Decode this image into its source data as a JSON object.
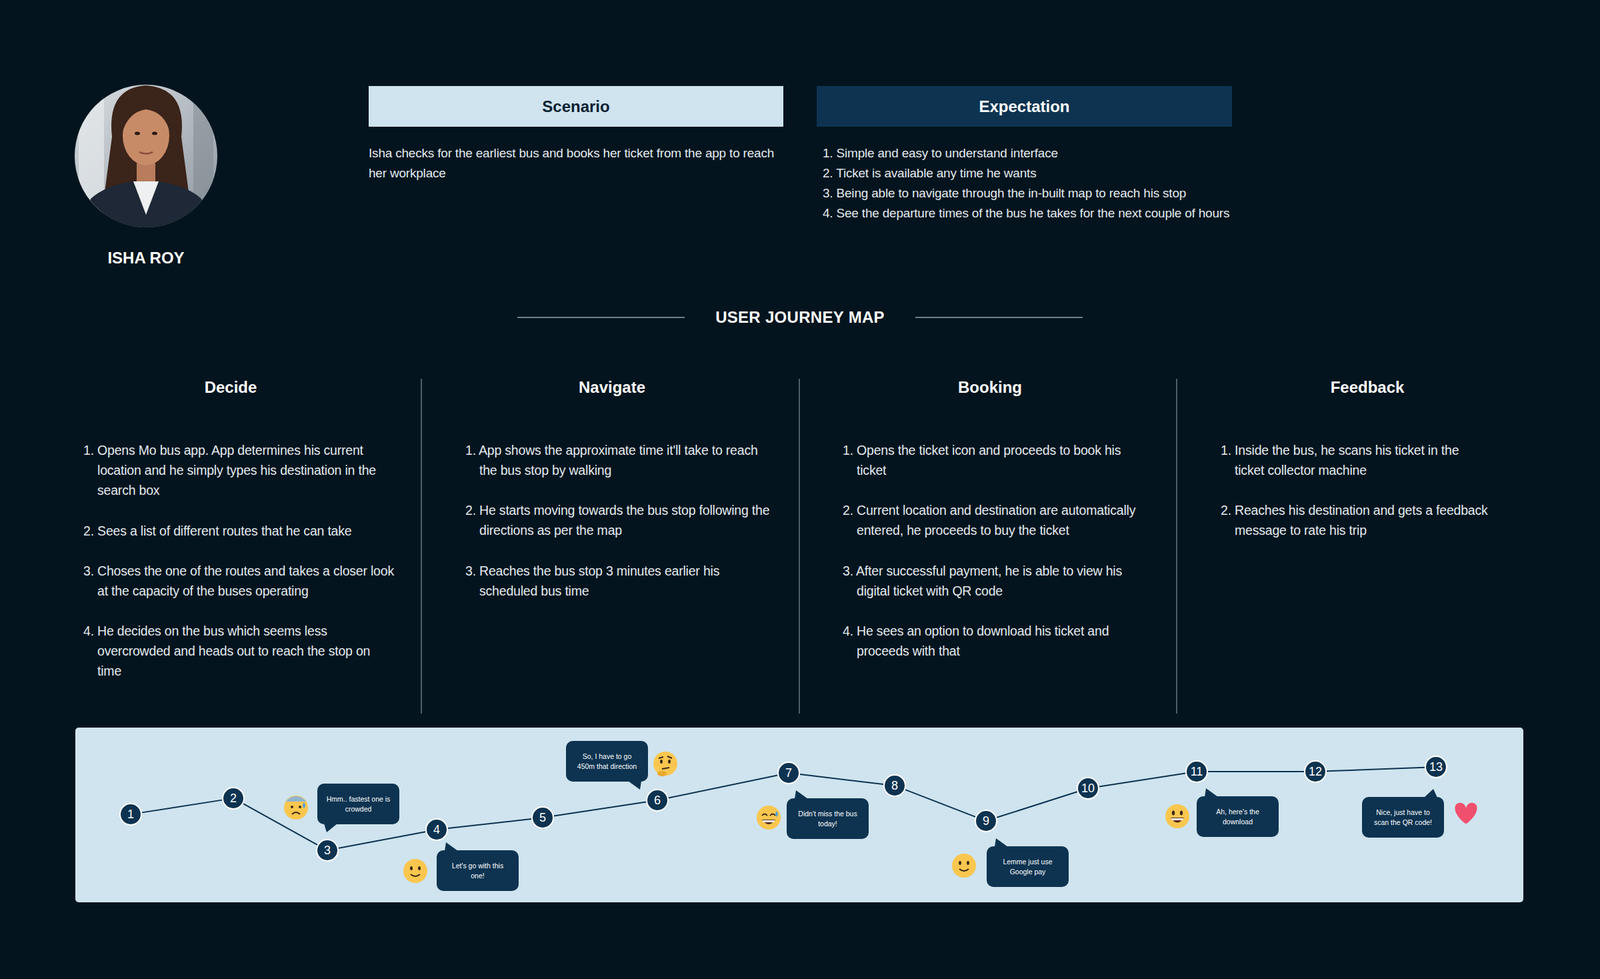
{
  "diagram": {
    "title": "USER JOURNEY MAP",
    "nodes": [
      {
        "text": [
          "Scenario",
          "Isha checks for the earliest bus and books her ticket from the app to reach her workplace"
        ]
      },
      {
        "text": [
          "Expectation",
          "1. Simple and easy to understand interface",
          "2. Ticket is available any time he wants",
          "3. Being able to navigate through the in-built map to reach his stop",
          "4. See the departure times of the bus he takes for the next couple of hours"
        ]
      },
      {
        "text": [
          "1"
        ]
      },
      {
        "text": [
          "2"
        ]
      },
      {
        "text": [
          "3"
        ]
      },
      {
        "text": [
          "4"
        ]
      },
      {
        "text": [
          "5"
        ]
      },
      {
        "text": [
          "6"
        ]
      },
      {
        "text": [
          "7"
        ]
      },
      {
        "text": [
          "8"
        ]
      },
      {
        "text": [
          "9"
        ]
      },
      {
        "text": [
          "10"
        ]
      },
      {
        "text": [
          "11"
        ]
      },
      {
        "text": [
          "12"
        ]
      },
      {
        "text": [
          "13"
        ]
      },
      {
        "text": [
          "Hmm.. fastest one is crowded"
        ]
      },
      {
        "text": [
          "Let's go with this one!"
        ]
      },
      {
        "text": [
          "So, I have to go 450m that direction"
        ]
      },
      {
        "text": [
          "Didn't miss the bus today!"
        ]
      },
      {
        "text": [
          "Lemme just use Google pay"
        ]
      },
      {
        "text": [
          "Ah, here's the download"
        ]
      },
      {
        "text": [
          "Nice, just have to scan the QR code!"
        ]
      }
    ],
    "edges": [
      {
        "from": 2,
        "to": 3,
        "arrow": "none"
      },
      {
        "from": 3,
        "to": 4,
        "arrow": "none"
      },
      {
        "from": 4,
        "to": 5,
        "arrow": "none"
      },
      {
        "from": 5,
        "to": 6,
        "arrow": "none"
      },
      {
        "from": 6,
        "to": 7,
        "arrow": "none"
      },
      {
        "from": 7,
        "to": 8,
        "arrow": "none"
      },
      {
        "from": 8,
        "to": 9,
        "arrow": "none"
      },
      {
        "from": 9,
        "to": 10,
        "arrow": "none"
      },
      {
        "from": 10,
        "to": 11,
        "arrow": "none"
      },
      {
        "from": 11,
        "to": 12,
        "arrow": "none"
      },
      {
        "from": 12,
        "to": 13,
        "arrow": "none"
      },
      {
        "from": 13,
        "to": 14,
        "arrow": "none"
      }
    ],
    "labels": [
      "ISHA ROY",
      "Decide",
      "1. Opens Mo bus app. App determines his current location and he simply types his destination in the search box",
      "2. Sees a list of different routes that he can take",
      "3. Choses the one of the routes and takes a closer look at the capacity of the buses operating",
      "4. He decides on the bus which seems less overcrowded and heads out to reach the stop on time",
      "Navigate",
      "1. App shows the approximate time it'll take to reach the bus stop by walking",
      "2. He starts moving towards the bus stop following the directions as per the map",
      "3. Reaches the bus stop 3 minutes earlier his scheduled bus time",
      "Booking",
      "1. Opens the ticket icon and proceeds to book his ticket",
      "2. Current location and destination are automatically entered, he proceeds to buy the ticket",
      "3. After successful payment, he is able to view his digital ticket with QR code",
      "4. He sees an option to download his ticket and proceeds with that",
      "Feedback",
      "1. Inside the bus, he scans his ticket in the ticket collector machine",
      "2. Reaches his destination and gets a feedback message to rate his trip"
    ]
  }
}
